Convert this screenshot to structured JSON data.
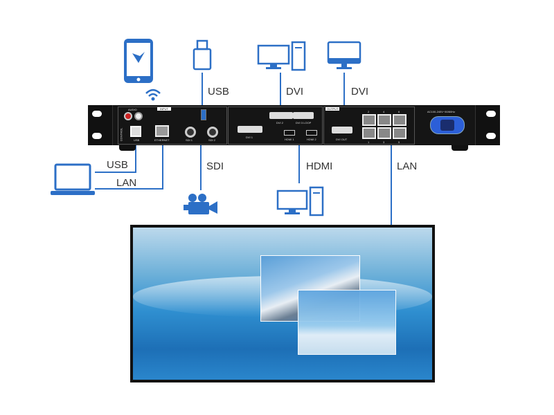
{
  "labels": {
    "usb_top": "USB",
    "dvi_in": "DVI",
    "dvi_out": "DVI",
    "usb_left": "USB",
    "lan_left": "LAN",
    "sdi": "SDI",
    "hdmi": "HDMI",
    "lan_right": "LAN"
  },
  "panel": {
    "audio": "AUDIO",
    "input": "INPUT",
    "control": "CONTROL",
    "usb": "USB",
    "ethernet": "ETHERNET",
    "sdi1": "SDI 1",
    "sdi2": "SDI 2",
    "dvi1": "DVI 1",
    "dvi2": "DVI 2",
    "dvi3": "DVI 3 LOOP",
    "hdmi1": "HDMI 1",
    "hdmi2": "HDMI 2",
    "output": "OUTPUT",
    "dvi_out": "DVI OUT",
    "power": "AC100-240V~50/60Hz",
    "ports": [
      "2",
      "4",
      "6",
      "1",
      "3",
      "5"
    ]
  },
  "colors": {
    "accent": "#2c6fc6",
    "device": "#151515"
  }
}
